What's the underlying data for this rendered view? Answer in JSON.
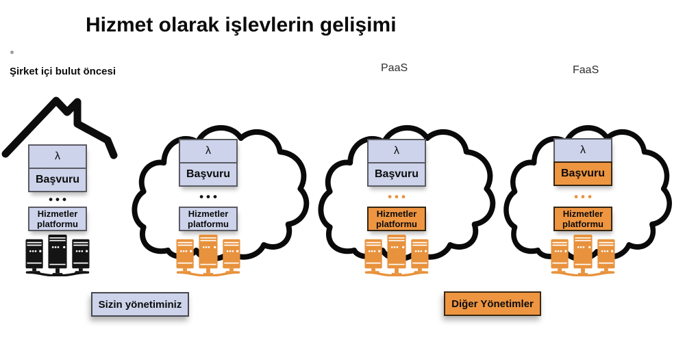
{
  "title": "Hizmet olarak işlevlerin gelişimi",
  "palette": {
    "managed_by_you": "#ccd3ea",
    "managed_by_others": "#ee9541",
    "server_black": "#141414",
    "server_orange": "#e8923d",
    "outline": "#111111"
  },
  "legend": {
    "you_label": "Sizin yönetiminiz",
    "others_label": "Diğer Yönetimler"
  },
  "columns": [
    {
      "label": "Şirket içi bulut öncesi",
      "container": "house",
      "lambda_label": "λ",
      "app_label": "Başvuru",
      "dots": "•••",
      "services_line1": "Hizmetler",
      "services_line2": "platformu",
      "owners": {
        "lambda": "you",
        "app": "you",
        "dots": "you",
        "services": "you",
        "servers": "you"
      }
    },
    {
      "label": "",
      "container": "cloud",
      "lambda_label": "λ",
      "app_label": "Başvuru",
      "dots": "•••",
      "services_line1": "Hizmetler",
      "services_line2": "platformu",
      "owners": {
        "lambda": "you",
        "app": "you",
        "dots": "you",
        "services": "you",
        "servers": "other"
      }
    },
    {
      "label": "PaaS",
      "container": "cloud",
      "lambda_label": "λ",
      "app_label": "Başvuru",
      "dots": "•••",
      "services_line1": "Hizmetler",
      "services_line2": "platformu",
      "owners": {
        "lambda": "you",
        "app": "you",
        "dots": "other",
        "services": "other",
        "servers": "other"
      }
    },
    {
      "label": "FaaS",
      "container": "cloud",
      "lambda_label": "λ",
      "app_label": "Başvuru",
      "dots": "•••",
      "services_line1": "Hizmetler",
      "services_line2": "platformu",
      "owners": {
        "lambda": "you",
        "app": "other",
        "dots": "other",
        "services": "other",
        "servers": "other"
      }
    }
  ]
}
